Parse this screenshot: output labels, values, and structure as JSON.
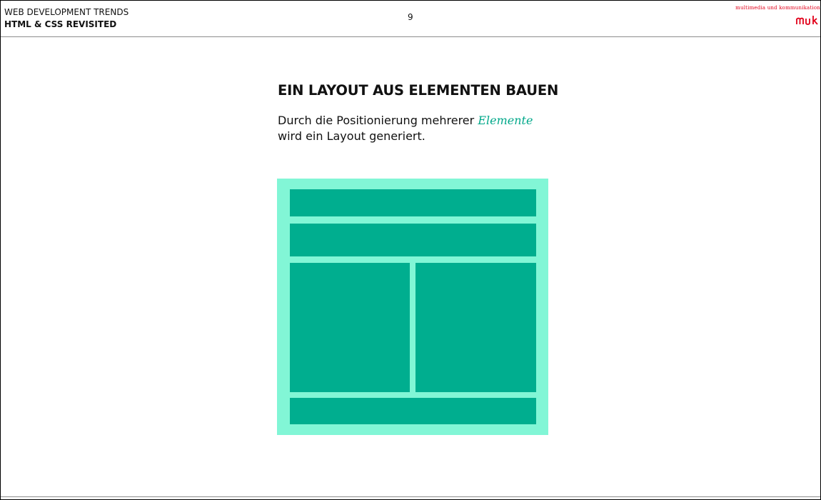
{
  "header": {
    "deck_title": "WEB DEVELOPMENT TRENDS",
    "deck_subtitle": "HTML & CSS REVISITED",
    "page_number": "9",
    "brand_tagline": "multimedia und kommunikation",
    "brand_logo": "muk",
    "brand_color": "#e2001a"
  },
  "slide": {
    "heading": "EIN LAYOUT AUS ELEMENTEN BAUEN",
    "text_before": "Durch die Positionierung mehrerer ",
    "text_emphasis": "Elemente",
    "text_after": "wird ein Layout generiert."
  },
  "colors": {
    "accent": "#00a88a",
    "diagram_background": "#82f6d6",
    "diagram_block": "#00ae8f"
  }
}
